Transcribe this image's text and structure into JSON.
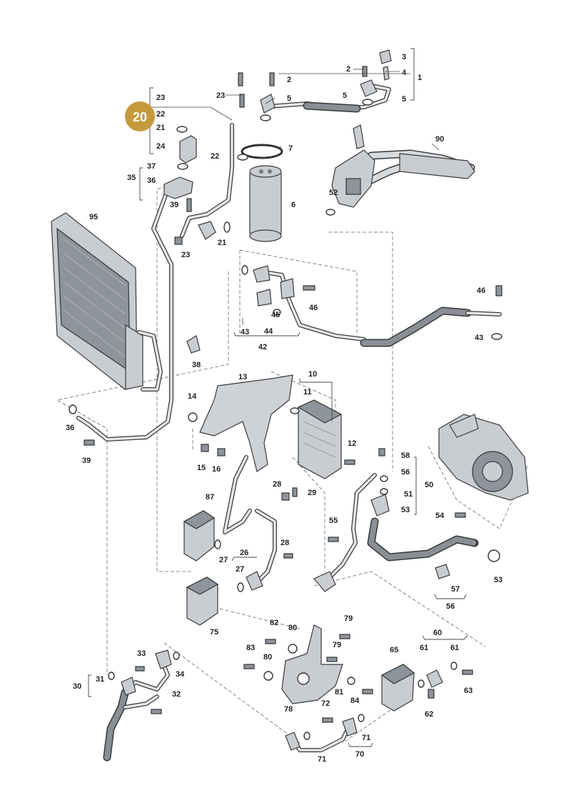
{
  "callout": {
    "number": "20",
    "color": "#c59a3c"
  },
  "labels": {
    "l1": "1",
    "l2a": "2",
    "l2b": "2",
    "l3": "3",
    "l4": "4",
    "l5a": "5",
    "l5b": "5",
    "l5c": "5",
    "l6": "6",
    "l7": "7",
    "l10": "10",
    "l11": "11",
    "l12": "12",
    "l13": "13",
    "l14": "14",
    "l15": "15",
    "l16": "16",
    "l21a": "21",
    "l21b": "21",
    "l22a": "22",
    "l22b": "22",
    "l23a": "23",
    "l23b": "23",
    "l23c": "23",
    "l24": "24",
    "l26": "26",
    "l27a": "27",
    "l27b": "27",
    "l28a": "28",
    "l28b": "28",
    "l29": "29",
    "l30": "30",
    "l31": "31",
    "l32": "32",
    "l33": "33",
    "l34": "34",
    "l35": "35",
    "l36a": "36",
    "l36b": "36",
    "l37": "37",
    "l38": "38",
    "l39a": "39",
    "l39b": "39",
    "l42": "42",
    "l43a": "43",
    "l43b": "43",
    "l44": "44",
    "l45": "45",
    "l46a": "46",
    "l46b": "46",
    "l50": "50",
    "l51": "51",
    "l52": "52",
    "l53a": "53",
    "l53b": "53",
    "l54": "54",
    "l55": "55",
    "l56a": "56",
    "l56b": "56",
    "l57": "57",
    "l58": "58",
    "l60": "60",
    "l61a": "61",
    "l61b": "61",
    "l62": "62",
    "l63": "63",
    "l65": "65",
    "l70": "70",
    "l71a": "71",
    "l71b": "71",
    "l72": "72",
    "l75": "75",
    "l78": "78",
    "l79a": "79",
    "l79b": "79",
    "l80a": "80",
    "l80b": "80",
    "l81": "81",
    "l82": "82",
    "l83": "83",
    "l84": "84",
    "l87": "87",
    "l90": "90",
    "l95": "95"
  }
}
